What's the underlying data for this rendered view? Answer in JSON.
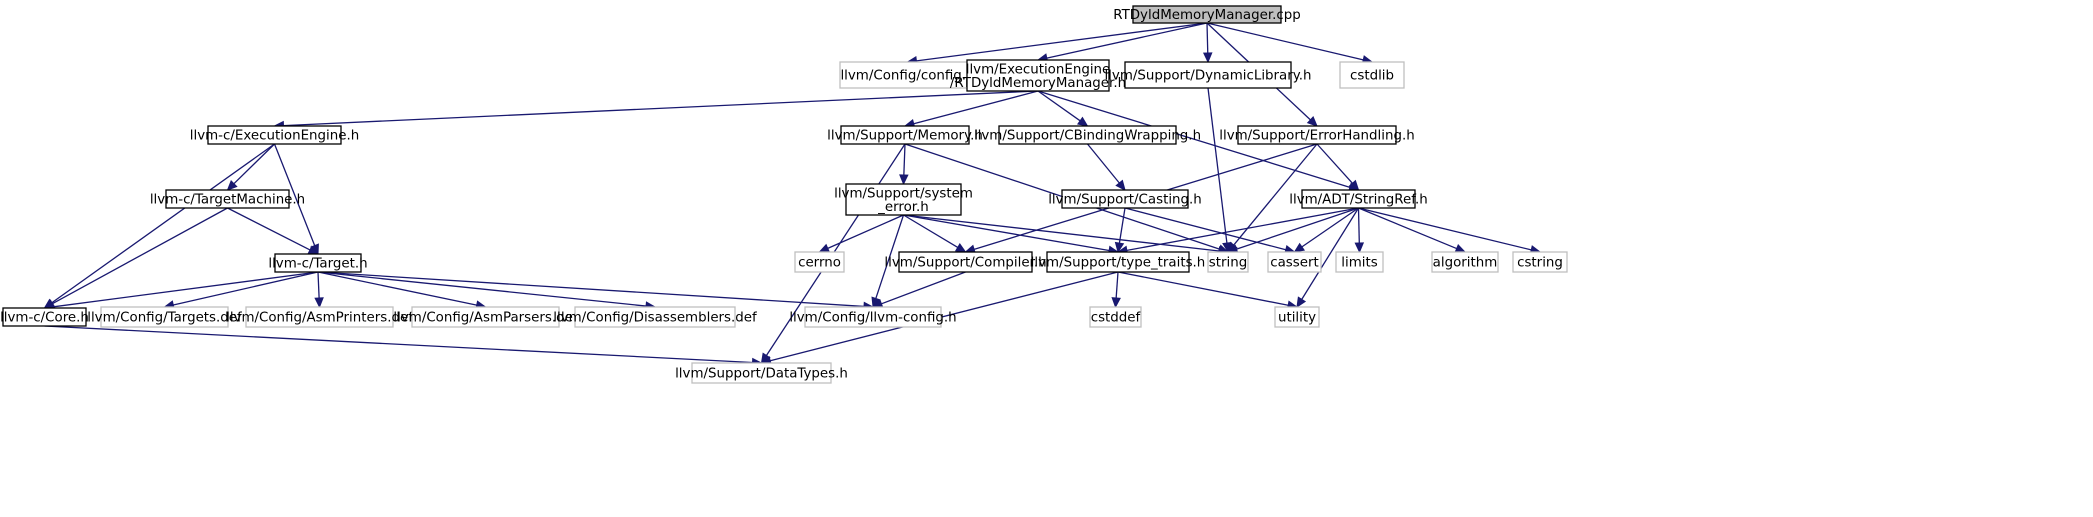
{
  "graph": {
    "root": "RTDyldMemoryManager.cpp",
    "nodes": [
      {
        "id": "root",
        "label": "RTDyldMemoryManager.cpp",
        "kind": "root"
      },
      {
        "id": "config",
        "label": "llvm/Config/config.h",
        "kind": "missing"
      },
      {
        "id": "eerdmm",
        "label": "llvm/ExecutionEngine\n/RTDyldMemoryManager.h",
        "kind": "doc"
      },
      {
        "id": "dynlib",
        "label": "llvm/Support/DynamicLibrary.h",
        "kind": "doc"
      },
      {
        "id": "cstdlib",
        "label": "cstdlib",
        "kind": "missing"
      },
      {
        "id": "cee",
        "label": "llvm-c/ExecutionEngine.h",
        "kind": "doc"
      },
      {
        "id": "memory",
        "label": "llvm/Support/Memory.h",
        "kind": "doc"
      },
      {
        "id": "cbw",
        "label": "llvm/Support/CBindingWrapping.h",
        "kind": "doc"
      },
      {
        "id": "errh",
        "label": "llvm/Support/ErrorHandling.h",
        "kind": "doc"
      },
      {
        "id": "ctm",
        "label": "llvm-c/TargetMachine.h",
        "kind": "doc"
      },
      {
        "id": "syserr",
        "label": "llvm/Support/system\n_error.h",
        "kind": "doc"
      },
      {
        "id": "casting",
        "label": "llvm/Support/Casting.h",
        "kind": "doc"
      },
      {
        "id": "strref",
        "label": "llvm/ADT/StringRef.h",
        "kind": "doc"
      },
      {
        "id": "ctarget",
        "label": "llvm-c/Target.h",
        "kind": "doc"
      },
      {
        "id": "cerrno",
        "label": "cerrno",
        "kind": "missing"
      },
      {
        "id": "compiler",
        "label": "llvm/Support/Compiler.h",
        "kind": "doc"
      },
      {
        "id": "typetraits",
        "label": "llvm/Support/type_traits.h",
        "kind": "doc"
      },
      {
        "id": "string",
        "label": "string",
        "kind": "missing"
      },
      {
        "id": "cassert",
        "label": "cassert",
        "kind": "missing"
      },
      {
        "id": "limits",
        "label": "limits",
        "kind": "missing"
      },
      {
        "id": "algorithm",
        "label": "algorithm",
        "kind": "missing"
      },
      {
        "id": "cstring",
        "label": "cstring",
        "kind": "missing"
      },
      {
        "id": "ccore",
        "label": "llvm-c/Core.h",
        "kind": "doc"
      },
      {
        "id": "targetsdef",
        "label": "llvm/Config/Targets.def",
        "kind": "missing"
      },
      {
        "id": "asmprinters",
        "label": "llvm/Config/AsmPrinters.def",
        "kind": "missing"
      },
      {
        "id": "asmparsers",
        "label": "llvm/Config/AsmParsers.def",
        "kind": "missing"
      },
      {
        "id": "disasm",
        "label": "llvm/Config/Disassemblers.def",
        "kind": "missing"
      },
      {
        "id": "llvmconfig",
        "label": "llvm/Config/llvm-config.h",
        "kind": "missing"
      },
      {
        "id": "cstddef",
        "label": "cstddef",
        "kind": "missing"
      },
      {
        "id": "utility",
        "label": "utility",
        "kind": "missing"
      },
      {
        "id": "datatypes",
        "label": "llvm/Support/DataTypes.h",
        "kind": "missing"
      }
    ],
    "edges": [
      [
        "root",
        "config"
      ],
      [
        "root",
        "eerdmm"
      ],
      [
        "root",
        "dynlib"
      ],
      [
        "root",
        "cstdlib"
      ],
      [
        "root",
        "errh"
      ],
      [
        "eerdmm",
        "cee"
      ],
      [
        "eerdmm",
        "memory"
      ],
      [
        "eerdmm",
        "cbw"
      ],
      [
        "eerdmm",
        "strref"
      ],
      [
        "dynlib",
        "string"
      ],
      [
        "cee",
        "ctm"
      ],
      [
        "cee",
        "ctarget"
      ],
      [
        "cee",
        "ccore"
      ],
      [
        "memory",
        "syserr"
      ],
      [
        "memory",
        "string"
      ],
      [
        "memory",
        "datatypes"
      ],
      [
        "cbw",
        "casting"
      ],
      [
        "errh",
        "compiler"
      ],
      [
        "errh",
        "string"
      ],
      [
        "errh",
        "strref"
      ],
      [
        "ctm",
        "ctarget"
      ],
      [
        "ctm",
        "ccore"
      ],
      [
        "syserr",
        "cerrno"
      ],
      [
        "syserr",
        "compiler"
      ],
      [
        "syserr",
        "typetraits"
      ],
      [
        "syserr",
        "string"
      ],
      [
        "syserr",
        "llvmconfig"
      ],
      [
        "casting",
        "typetraits"
      ],
      [
        "casting",
        "cassert"
      ],
      [
        "strref",
        "typetraits"
      ],
      [
        "strref",
        "string"
      ],
      [
        "strref",
        "cassert"
      ],
      [
        "strref",
        "limits"
      ],
      [
        "strref",
        "algorithm"
      ],
      [
        "strref",
        "cstring"
      ],
      [
        "strref",
        "utility"
      ],
      [
        "ctarget",
        "ccore"
      ],
      [
        "ctarget",
        "targetsdef"
      ],
      [
        "ctarget",
        "asmprinters"
      ],
      [
        "ctarget",
        "asmparsers"
      ],
      [
        "ctarget",
        "disasm"
      ],
      [
        "ctarget",
        "llvmconfig"
      ],
      [
        "compiler",
        "llvmconfig"
      ],
      [
        "typetraits",
        "cstddef"
      ],
      [
        "typetraits",
        "utility"
      ],
      [
        "typetraits",
        "datatypes"
      ],
      [
        "ccore",
        "datatypes"
      ]
    ]
  },
  "style": {
    "edge_color": "#191970",
    "doc_border": "#000000",
    "missing_border": "#bfbfbf",
    "root_fill": "#bfbfbf",
    "node_fill": "#ffffff"
  }
}
